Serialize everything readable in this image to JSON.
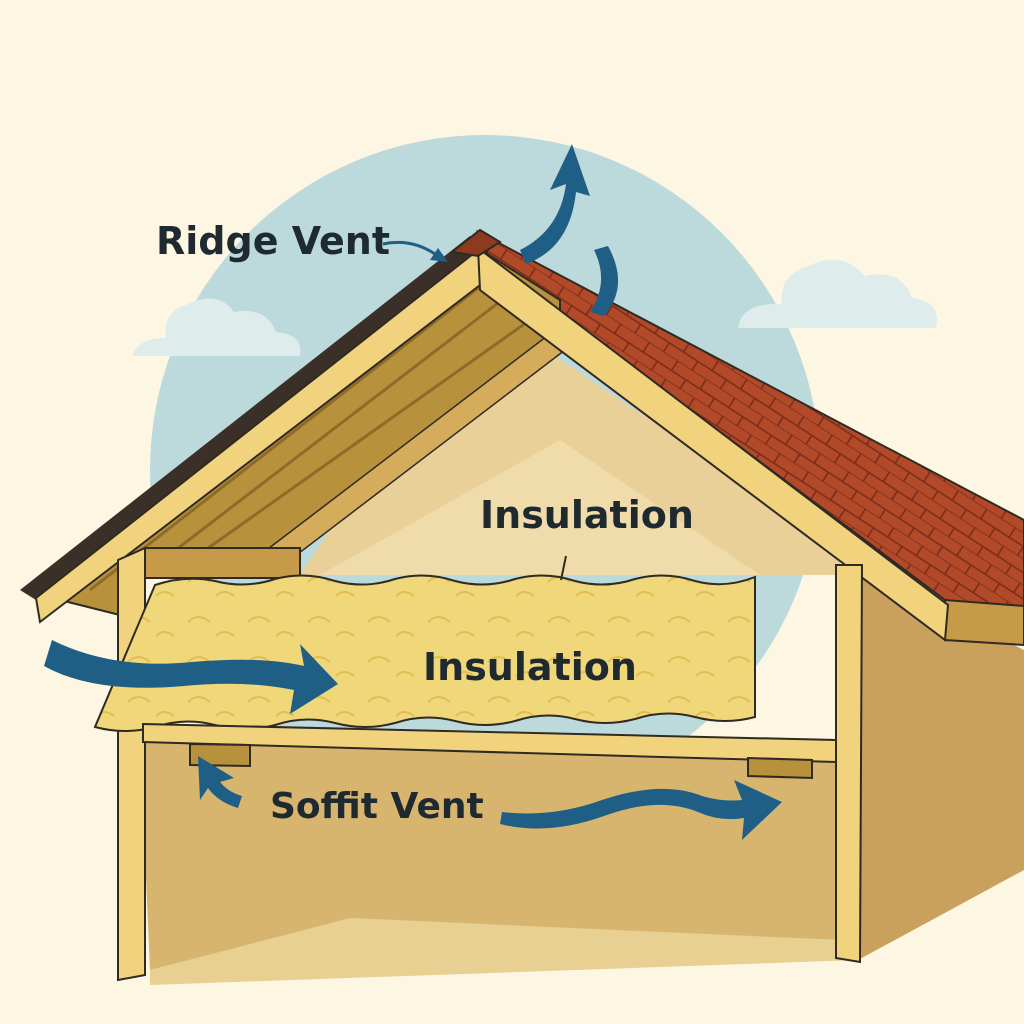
{
  "labels": {
    "ridge_vent": "Ridge Vent",
    "insulation_top": "Insulation",
    "insulation_batt": "Insulation",
    "soffit_vent": "Soffit Vent"
  },
  "colors": {
    "background": "#fcf6e3",
    "sky_circle": "#bcd9dc",
    "cloud": "#deecec",
    "roof_shingles": "#b24a2a",
    "shingle_lines": "#7a2c18",
    "fascia": "#f1d37d",
    "rafters": "#b8913d",
    "attic_gable": "#e9cf98",
    "insulation": "#f0d77a",
    "airflow_arrow": "#1f5f86",
    "wall": "#d8b56f",
    "outline": "#2f2a22"
  },
  "icons": [
    "airflow-arrow-icon",
    "cloud-icon",
    "leader-arrow-icon"
  ]
}
